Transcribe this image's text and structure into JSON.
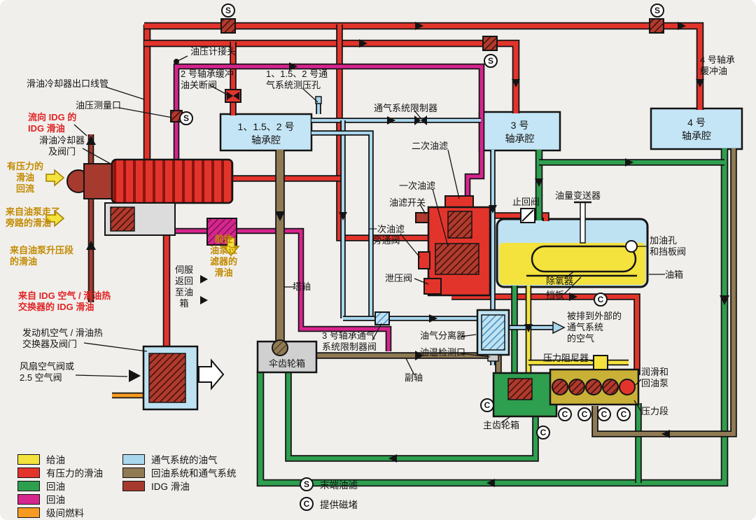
{
  "symbols": {
    "s": "S",
    "c": "C"
  },
  "legend": {
    "left": [
      {
        "label": "给油",
        "color": "#f4e23d"
      },
      {
        "label": "有压力的滑油",
        "color": "#e3342c"
      },
      {
        "label": "回油",
        "color": "#2e9e4f"
      },
      {
        "label": "回油",
        "color": "#d6258e"
      },
      {
        "label": "级间燃料",
        "color": "#f59b22"
      }
    ],
    "right": [
      {
        "label": "通气系统的油气",
        "color": "#a9d7ee"
      },
      {
        "label": "回油系统和通气系统",
        "color": "#8f7a54"
      },
      {
        "label": "IDG 滑油",
        "color": "#a63a2e"
      }
    ],
    "symbols": [
      {
        "symbol": "S",
        "label": "末端油滤"
      },
      {
        "symbol": "C",
        "label": "提供磁堵"
      }
    ]
  },
  "labels": {
    "oil_pressure_gauge_connector": "油压计接头",
    "cooler_outlet_line": "滑油冷却器出口线管",
    "oil_pressure_port": "油压测量口",
    "idg_oil_to_idg": "流向 IDG 的\nIDG 滑油",
    "oil_cooler_valves": "滑油冷却器\n及阀门",
    "pressurized_oil_return": "有压力的\n滑油\n回流",
    "bypassed_pump_oil": "来自油泵走了\n旁路的滑油",
    "pump_boost_oil": "来自油泵升压段\n的滑油",
    "idg_oil_from_hx": "来自 IDG 空气 / 滑油热\n交换器的 IDG 滑油",
    "engine_air_oil_hx": "发动机空气 / 滑油热\n交换器及阀门",
    "fan_air_valve": "风扇空气阀或\n2.5 空气阀",
    "no2_buffer_shutoff": "2 号轴承缓冲\n油关断阀",
    "vent_pressure_tap": "1、1.5、2 号通\n气系统测压孔",
    "vent_restrictor": "通气系统限制器",
    "secondary_filter": "二次油滤",
    "primary_filter": "一次油滤",
    "filter_switch": "油滤开关",
    "primary_filter_bypass": "一次油滤\n旁通阀",
    "relief_valve": "泄压阀",
    "check_valve": "止回阀",
    "oil_qty_transmitter": "油量变送器",
    "no4_buffer_oil": "4 号轴承\n缓冲油",
    "fill_port_flapper": "加油孔\n和挡板阀",
    "oil_tank": "油箱",
    "deaerator": "除氧器",
    "baffle": "挡板",
    "vent_air_overboard": "被排到外部的\n通气系统\n的空气",
    "servo_return": "伺服\n返回\n至油\n箱",
    "oil_to_pump_filter": "前往\n油泵过\n滤器的\n滑油",
    "tower_shaft": "塔轴",
    "no3_vent_restrictor_valve": "3 号轴承通气\n系统限制器阀",
    "air_oil_separator": "油气分离器",
    "oil_temp_port": "油温检测口",
    "bevel_gearbox": "伞齿轮箱",
    "layshaft": "副轴",
    "main_gearbox": "主齿轮箱",
    "pressure_damper": "压力阻尼器",
    "lube_scavenge_pumps": "润滑和\n回油泵",
    "pressure_stage": "压力段",
    "bearing1_label": "1、1.5、2 号\n轴承腔",
    "bearing3_label": "3 号\n轴承腔",
    "bearing4_label": "4 号\n轴承腔"
  }
}
